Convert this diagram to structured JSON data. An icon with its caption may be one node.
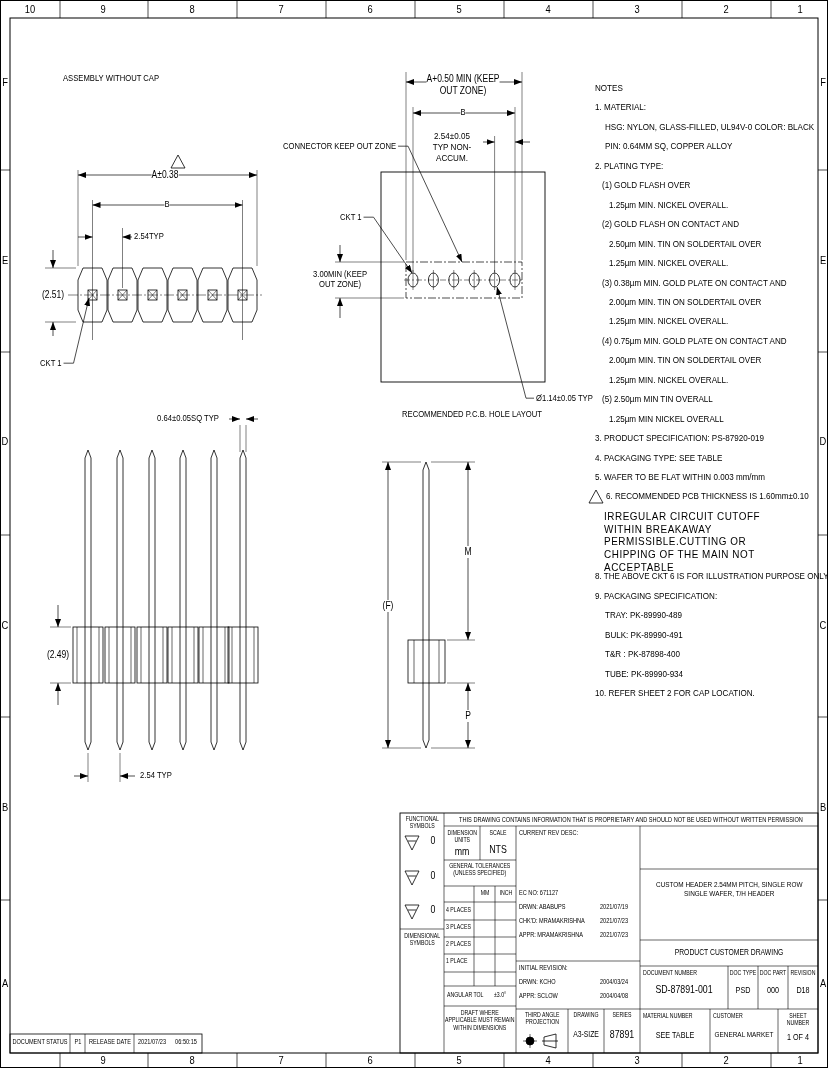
{
  "diagram": {
    "nodes": [
      {
        "text": [
          "CKT 1"
        ]
      },
      {
        "text": [
          "CONNECTOR KEEP OUT ZONE"
        ]
      },
      {
        "text": [
          "CKT 1"
        ]
      },
      {
        "text": [
          "Ø1.14±0.05 TYP"
        ]
      }
    ],
    "edges": [
      {
        "from": 0,
        "to": null,
        "arrow": "to"
      },
      {
        "from": 1,
        "to": null,
        "arrow": "to"
      },
      {
        "from": 2,
        "to": null,
        "arrow": "to"
      },
      {
        "from": 3,
        "to": null,
        "arrow": "to"
      }
    ],
    "labels": [
      "10",
      "9",
      "8",
      "7",
      "6",
      "5",
      "4",
      "3",
      "2",
      "1",
      "F",
      "E",
      "D",
      "C",
      "B",
      "A",
      "F",
      "E",
      "D",
      "C",
      "B",
      "A",
      "ASSEMBLY WITHOUT CAP",
      "A±0.38",
      "B",
      "2.54TYP",
      "(2.51)",
      "A+0.50 MIN (KEEP OUT ZONE)",
      "B",
      "2.54±0.05 TYP NON-ACCUM.",
      "3.00MIN (KEEP OUT ZONE)",
      "RECOMMENDED P.C.B. HOLE LAYOUT",
      "0.64±0.05SQ TYP",
      "(2.49)",
      "(F)",
      "M",
      "P",
      "2.54 TYP",
      "NOTES",
      "1. MATERIAL:",
      "HSG: NYLON, GLASS-FILLED, UL94V-0 COLOR: BLACK",
      "PIN: 0.64MM SQ, COPPER ALLOY",
      "2. PLATING TYPE:",
      "(1) GOLD FLASH OVER",
      "1.25µm MIN. NICKEL OVERALL.",
      "(2) GOLD FLASH ON CONTACT AND",
      "2.50µm MIN. TIN ON SOLDERTAIL OVER",
      "1.25µm MIN. NICKEL OVERALL.",
      "(3) 0.38µm MIN. GOLD PLATE ON CONTACT AND",
      "2.00µm MIN. TIN ON SOLDERTAIL OVER",
      "1.25µm MIN. NICKEL OVERALL.",
      "(4) 0.75µm MIN. GOLD PLATE ON CONTACT AND",
      "2.00µm MIN. TIN ON SOLDERTAIL OVER",
      "1.25µm MIN. NICKEL OVERALL.",
      "(5) 2.50µm MIN TIN OVERALL",
      "1.25µm MIN NICKEL OVERALL",
      "3. PRODUCT SPECIFICATION: PS-87920-019",
      "4. PACKAGING TYPE: SEE TABLE",
      "5. WAFER TO BE FLAT WITHIN 0.003 mm/mm",
      "6. RECOMMENDED PCB THICKNESS IS 1.60mm±0.10",
      "IRREGULAR CIRCUIT CUTOFF WITHIN BREAKAWAY PERMISSIBLE.CUTTING OR CHIPPING OF THE MAIN NOT ACCEPTABLE",
      "8. THE ABOVE CKT 6 IS FOR ILLUSTRATION PURPOSE ONLY",
      "9. PACKAGING SPECIFICATION:",
      "TRAY: PK-89990-489",
      "BULK: PK-89990-491",
      "T&R : PK-87898-400",
      "TUBE: PK-89990-934",
      "10. REFER SHEET 2 FOR CAP LOCATION.",
      "THIS DRAWING CONTAINS INFORMATION THAT IS PROPRIETARY AND SHOULD NOT BE USED WITHOUT WRITTEN PERMISSION",
      "FUNCTIONAL SYMBOLS",
      "0",
      "0",
      "0",
      "DIMENSIONAL SYMBOLS",
      "DIMENSION UNITS",
      "SCALE",
      "mm",
      "NTS",
      "GENERAL TOLERANCES (UNLESS SPECIFIED)",
      "MM",
      "INCH",
      "4 PLACES",
      "3 PLACES",
      "2 PLACES",
      "1 PLACE",
      "ANGULAR TOL",
      "±3.0°",
      "DRAFT WHERE APPLICABLE MUST REMAIN WITHIN DIMENSIONS",
      "CURRENT REV DESC:",
      "EC NO: 671127",
      "DRWN: ABABUPS",
      "2021/07/19",
      "CHK'D: MRAMAKRISHNA",
      "2021/07/23",
      "APPR: MRAMAKRISHNA",
      "2021/07/23",
      "INITIAL REVISION:",
      "DRWN: KCHO",
      "2004/03/24",
      "APPR: SCLOW",
      "2004/04/08",
      "THIRD ANGLE PROJECTION",
      "DRAWING",
      "A3-SIZE",
      "SERIES",
      "87891",
      "CUSTOM HEADER 2.54MM PITCH, SINGLE ROW SINGLE WAFER, T/H HEADER",
      "PRODUCT CUSTOMER DRAWING",
      "DOCUMENT NUMBER",
      "SD-87891-001",
      "DOC TYPE",
      "PSD",
      "DOC PART",
      "000",
      "REVISION",
      "D18",
      "MATERIAL NUMBER",
      "SEE TABLE",
      "CUSTOMER",
      "GENERAL MARKET",
      "SHEET NUMBER",
      "1 OF 4",
      "DOCUMENT STATUS",
      "P1",
      "RELEASE DATE",
      "2021/07/23",
      "06:50:15",
      "9",
      "8",
      "7",
      "6",
      "5",
      "4",
      "3",
      "2",
      "1"
    ]
  }
}
